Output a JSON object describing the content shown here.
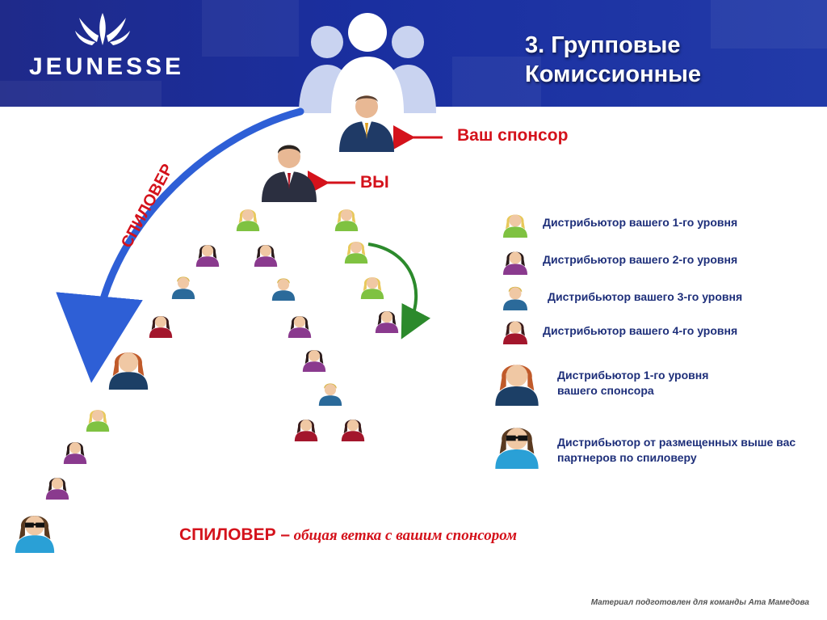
{
  "brand": {
    "name": "JEUNESSE"
  },
  "title": {
    "line1": "3. Групповые",
    "line2": "Комиссионные"
  },
  "labels": {
    "sponsor": "Ваш спонсор",
    "you": "ВЫ",
    "spillover": "СПИЛОВЕР"
  },
  "caption": {
    "term": "СПИЛОВЕР –",
    "definition": "общая ветка с вашим спонсором"
  },
  "legend": [
    {
      "text": "Дистрибьютор вашего 1-го уровня",
      "icon": "level1-distributor-icon"
    },
    {
      "text": "Дистрибьютор вашего 2-го уровня",
      "icon": "level2-distributor-icon"
    },
    {
      "text": "Дистрибьютор вашего 3-го уровня",
      "icon": "level3-distributor-icon"
    },
    {
      "text": "Дистрибьютор вашего 4-го уровня",
      "icon": "level4-distributor-icon"
    },
    {
      "text": "Дистрибьютор 1-го уровня вашего спонсора",
      "icon": "sponsor-level1-distributor-icon"
    },
    {
      "text": "Дистрибьютор от размещенных выше вас партнеров по спиловеру",
      "icon": "spillover-distributor-icon"
    }
  ],
  "footer": {
    "text": "Материал подготовлен для команды Ата Мамедова"
  },
  "colors": {
    "banner": "#1f2a8a",
    "accent_red": "#d4121b",
    "legend_text": "#1e2f7a",
    "level1": "#7fc241",
    "level2": "#8a3a8e",
    "level3": "#2b6a9a",
    "level4": "#a3162c",
    "sponsor_level1": "#1c3f66",
    "spillover": "#2aa0d6",
    "arrow_blue": "#2e5fd6",
    "arrow_green": "#2c8a2c"
  }
}
